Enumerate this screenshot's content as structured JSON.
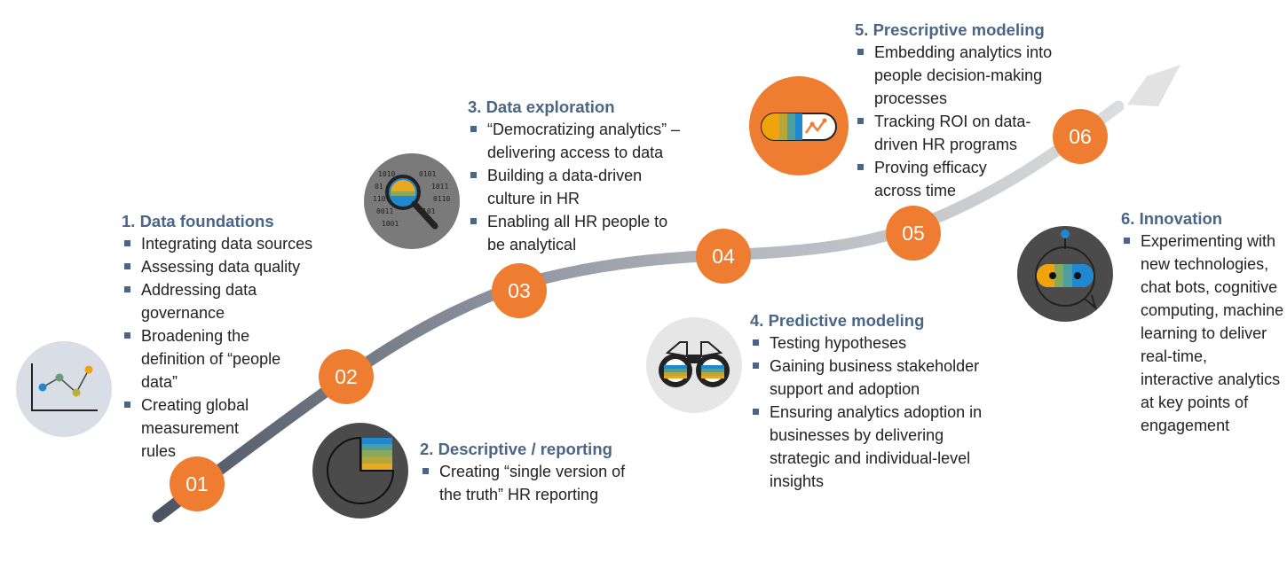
{
  "stages": [
    {
      "number": "01",
      "title": "1. Data foundations",
      "items": [
        "Integrating data sources",
        "Assessing data quality",
        "Addressing data governance",
        "Broadening the definition of “people data”",
        "Creating global measurement rules"
      ]
    },
    {
      "number": "02",
      "title": "2. Descriptive / reporting",
      "items": [
        "Creating “single version of the truth” HR reporting"
      ]
    },
    {
      "number": "03",
      "title": "3. Data exploration",
      "items": [
        "“Democratizing analytics” – delivering access to data",
        "Building a data-driven culture in HR",
        "Enabling all HR people to be analytical"
      ]
    },
    {
      "number": "04",
      "title": "4. Predictive modeling",
      "items": [
        "Testing hypotheses",
        "Gaining business stakeholder support and adoption",
        "Ensuring analytics adoption in businesses by delivering strategic and individual-level insights"
      ]
    },
    {
      "number": "05",
      "title": "5. Prescriptive modeling",
      "items": [
        "Embedding analytics into people decision-making processes",
        "Tracking ROI on data-driven HR programs",
        "Proving efficacy across time"
      ]
    },
    {
      "number": "06",
      "title": "6. Innovation",
      "items": [
        "Experimenting with new technologies, chat bots, cognitive computing, machine learning to deliver real-time, interactive analytics at key points of engagement"
      ]
    }
  ],
  "icons": [
    "line-chart-icon",
    "pie-chart-icon",
    "magnifier-binary-icon",
    "binoculars-icon",
    "analytics-pill-icon",
    "chat-bot-icon"
  ],
  "colors": {
    "accent": "#ee7d31",
    "title": "#4a6585",
    "path_dark": "#4b5361",
    "path_light": "#dcdcdc"
  }
}
